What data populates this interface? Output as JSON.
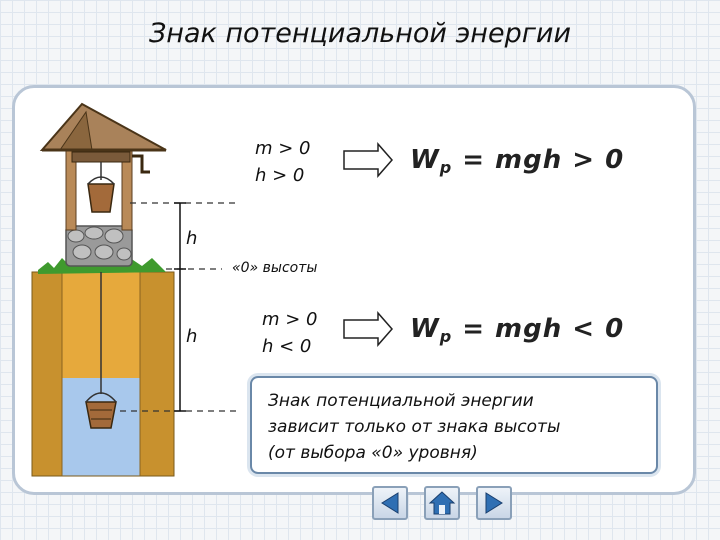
{
  "title": "Знак потенциальной энергии",
  "case_above": {
    "mass": "m > 0",
    "height": "h > 0",
    "formula_main": "W",
    "formula_sub": "p",
    "formula_rest": " = mgh > 0"
  },
  "case_below": {
    "mass": "m > 0",
    "height": "h < 0",
    "formula_main": "W",
    "formula_sub": "p",
    "formula_rest": " = mgh < 0"
  },
  "h_label_top": "h",
  "h_label_bottom": "h",
  "zero_level": "«0» высоты",
  "note": {
    "line1": "Знак потенциальной энергии",
    "line2": "зависит только от знака высоты",
    "line3": "(от выбора «0» уровня)"
  },
  "nav": {
    "prev_icon": "triangle-left-icon",
    "home_icon": "home-icon",
    "next_icon": "triangle-right-icon"
  },
  "colors": {
    "earth": "#c8912e",
    "earth_dark": "#a8741d",
    "water": "#a8c8ec",
    "grass": "#3f9a2e",
    "roof": "#a9825a",
    "panel_border": "#b9c6d6"
  }
}
